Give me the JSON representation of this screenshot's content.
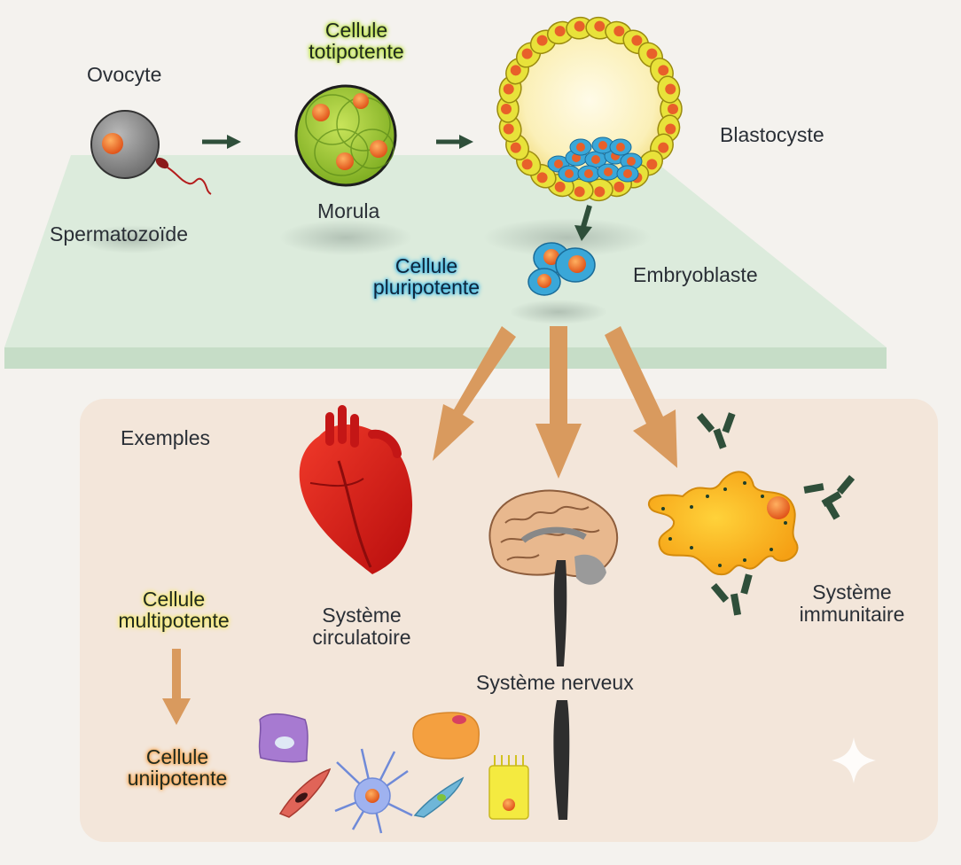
{
  "labels": {
    "ovocyte": "Ovocyte",
    "spermatozoide": "Spermatozoïde",
    "totipotent_line1": "Cellule",
    "totipotent_line2": "totipotente",
    "morula": "Morula",
    "blastocyste": "Blastocyste",
    "pluripotent_line1": "Cellule",
    "pluripotent_line2": "pluripotente",
    "embryoblaste": "Embryoblaste",
    "exemples": "Exemples",
    "circulatoire_line1": "Système",
    "circulatoire_line2": "circulatoire",
    "nerveux": "Système nerveux",
    "immunitaire_line1": "Système",
    "immunitaire_line2": "immunitaire",
    "multipotent_line1": "Cellule",
    "multipotent_line2": "multipotente",
    "unipotent_line1": "Cellule",
    "unipotent_line2": "uniipotente"
  },
  "colors": {
    "plane": "#dcebdc",
    "panel": "#f3e6da",
    "arrow_dark": "#2f4f3a",
    "arrow_orange": "#d99a5e",
    "highlight_green": "#b9e23a",
    "highlight_blue": "#38b8e8",
    "highlight_yellow": "#f7ec6a",
    "highlight_orange": "#f7a34a"
  }
}
